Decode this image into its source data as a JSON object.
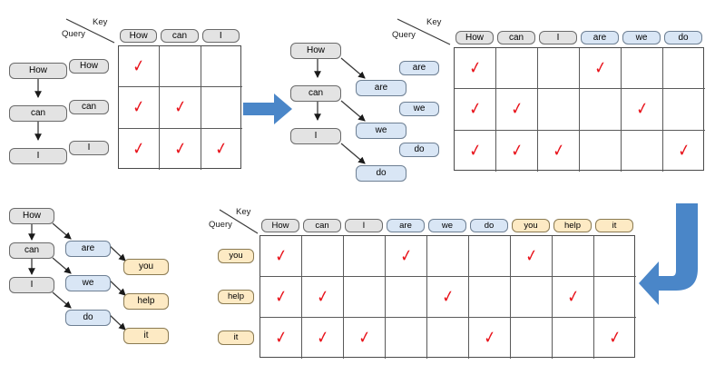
{
  "meta": {
    "accent_blue": "#4a86c8",
    "check_color": "#e8121a",
    "gray_token": "#e3e3e3",
    "blue_token": "#d9e6f5",
    "tan_token": "#fdeac4"
  },
  "labels": {
    "key": "Key",
    "query": "Query",
    "check": "✓"
  },
  "panel_1": {
    "name": "step-1-autoregressive-prompt",
    "tree": {
      "nodes": [
        {
          "id": "how",
          "label": "How",
          "color": "gray"
        },
        {
          "id": "can",
          "label": "can",
          "color": "gray"
        },
        {
          "id": "i",
          "label": "I",
          "color": "gray"
        }
      ],
      "edges": [
        {
          "from": "how",
          "to": "can"
        },
        {
          "from": "can",
          "to": "i"
        }
      ]
    },
    "matrix": {
      "keys": [
        {
          "label": "How",
          "color": "gray"
        },
        {
          "label": "can",
          "color": "gray"
        },
        {
          "label": "I",
          "color": "gray"
        }
      ],
      "queries": [
        {
          "label": "How",
          "color": "gray"
        },
        {
          "label": "can",
          "color": "gray"
        },
        {
          "label": "I",
          "color": "gray"
        }
      ],
      "mask": [
        [
          1,
          0,
          0
        ],
        [
          1,
          1,
          0
        ],
        [
          1,
          1,
          1
        ]
      ]
    }
  },
  "panel_2": {
    "name": "step-2-first-parallel-draft",
    "tree": {
      "nodes": [
        {
          "id": "how",
          "label": "How",
          "color": "gray"
        },
        {
          "id": "can",
          "label": "can",
          "color": "gray"
        },
        {
          "id": "i",
          "label": "I",
          "color": "gray"
        },
        {
          "id": "are",
          "label": "are",
          "color": "blue"
        },
        {
          "id": "we",
          "label": "we",
          "color": "blue"
        },
        {
          "id": "do",
          "label": "do",
          "color": "blue"
        }
      ],
      "edges": [
        {
          "from": "how",
          "to": "can"
        },
        {
          "from": "can",
          "to": "i"
        },
        {
          "from": "how",
          "to": "are"
        },
        {
          "from": "can",
          "to": "we"
        },
        {
          "from": "i",
          "to": "do"
        }
      ]
    },
    "matrix": {
      "keys": [
        {
          "label": "How",
          "color": "gray"
        },
        {
          "label": "can",
          "color": "gray"
        },
        {
          "label": "I",
          "color": "gray"
        },
        {
          "label": "are",
          "color": "blue"
        },
        {
          "label": "we",
          "color": "blue"
        },
        {
          "label": "do",
          "color": "blue"
        }
      ],
      "queries": [
        {
          "label": "are",
          "color": "blue"
        },
        {
          "label": "we",
          "color": "blue"
        },
        {
          "label": "do",
          "color": "blue"
        }
      ],
      "mask": [
        [
          1,
          0,
          0,
          1,
          0,
          0
        ],
        [
          1,
          1,
          0,
          0,
          1,
          0
        ],
        [
          1,
          1,
          1,
          0,
          0,
          1
        ]
      ]
    }
  },
  "panel_3": {
    "name": "step-3-second-parallel-draft",
    "tree": {
      "nodes": [
        {
          "id": "how",
          "label": "How",
          "color": "gray"
        },
        {
          "id": "can",
          "label": "can",
          "color": "gray"
        },
        {
          "id": "i",
          "label": "I",
          "color": "gray"
        },
        {
          "id": "are",
          "label": "are",
          "color": "blue"
        },
        {
          "id": "we",
          "label": "we",
          "color": "blue"
        },
        {
          "id": "do",
          "label": "do",
          "color": "blue"
        },
        {
          "id": "you",
          "label": "you",
          "color": "tan"
        },
        {
          "id": "help",
          "label": "help",
          "color": "tan"
        },
        {
          "id": "it",
          "label": "it",
          "color": "tan"
        }
      ],
      "edges": [
        {
          "from": "how",
          "to": "can"
        },
        {
          "from": "can",
          "to": "i"
        },
        {
          "from": "how",
          "to": "are"
        },
        {
          "from": "can",
          "to": "we"
        },
        {
          "from": "i",
          "to": "do"
        },
        {
          "from": "are",
          "to": "you"
        },
        {
          "from": "we",
          "to": "help"
        },
        {
          "from": "do",
          "to": "it"
        }
      ]
    },
    "matrix": {
      "keys": [
        {
          "label": "How",
          "color": "gray"
        },
        {
          "label": "can",
          "color": "gray"
        },
        {
          "label": "I",
          "color": "gray"
        },
        {
          "label": "are",
          "color": "blue"
        },
        {
          "label": "we",
          "color": "blue"
        },
        {
          "label": "do",
          "color": "blue"
        },
        {
          "label": "you",
          "color": "tan"
        },
        {
          "label": "help",
          "color": "tan"
        },
        {
          "label": "it",
          "color": "tan"
        }
      ],
      "queries": [
        {
          "label": "you",
          "color": "tan"
        },
        {
          "label": "help",
          "color": "tan"
        },
        {
          "label": "it",
          "color": "tan"
        }
      ],
      "mask": [
        [
          1,
          0,
          0,
          1,
          0,
          0,
          1,
          0,
          0
        ],
        [
          1,
          1,
          0,
          0,
          1,
          0,
          0,
          1,
          0
        ],
        [
          1,
          1,
          1,
          0,
          0,
          1,
          0,
          0,
          1
        ]
      ]
    }
  },
  "arrows": {
    "right_arrow": "arrow-right",
    "wrap_arrow": "arrow-wrap-down-left"
  }
}
